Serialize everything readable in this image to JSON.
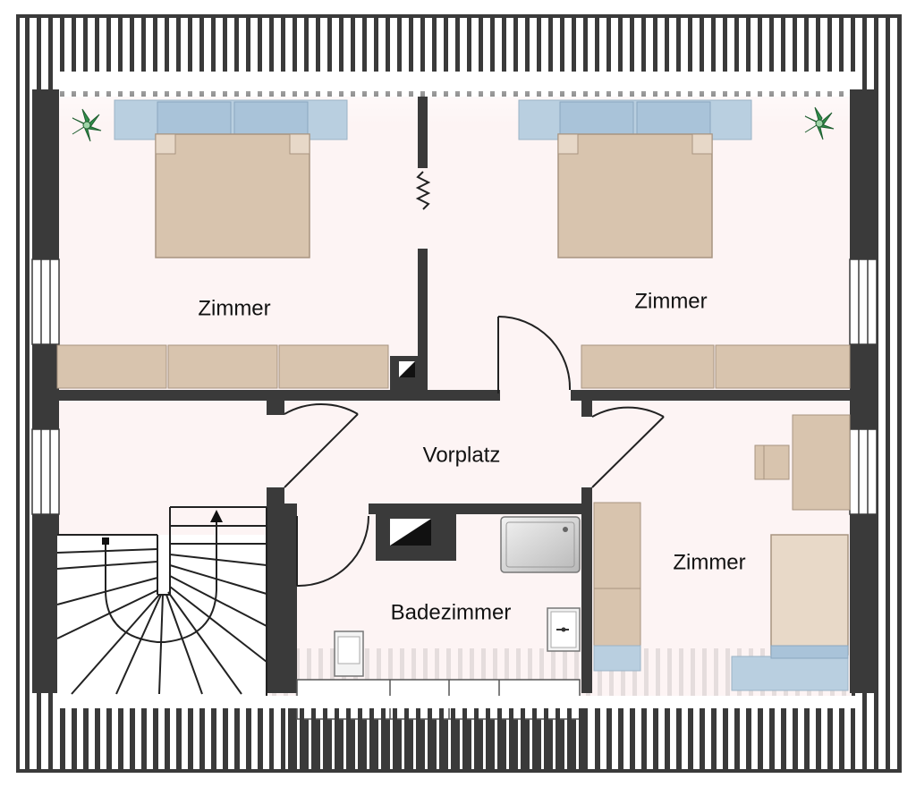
{
  "rooms": {
    "zimmer_top_left": "Zimmer",
    "zimmer_top_right": "Zimmer",
    "zimmer_bottom_right": "Zimmer",
    "vorplatz": "Vorplatz",
    "badezimmer": "Badezimmer"
  },
  "colors": {
    "wall": "#3a3a3a",
    "floor": "#fdf4f4",
    "furniture": "#d8c4ae",
    "textile": "#b9cfe0",
    "plant": "#2f8f4a"
  },
  "icons": {
    "plant": "plant-icon",
    "stair_arrow": "arrow-up-icon",
    "chimney": "chimney-icon"
  }
}
